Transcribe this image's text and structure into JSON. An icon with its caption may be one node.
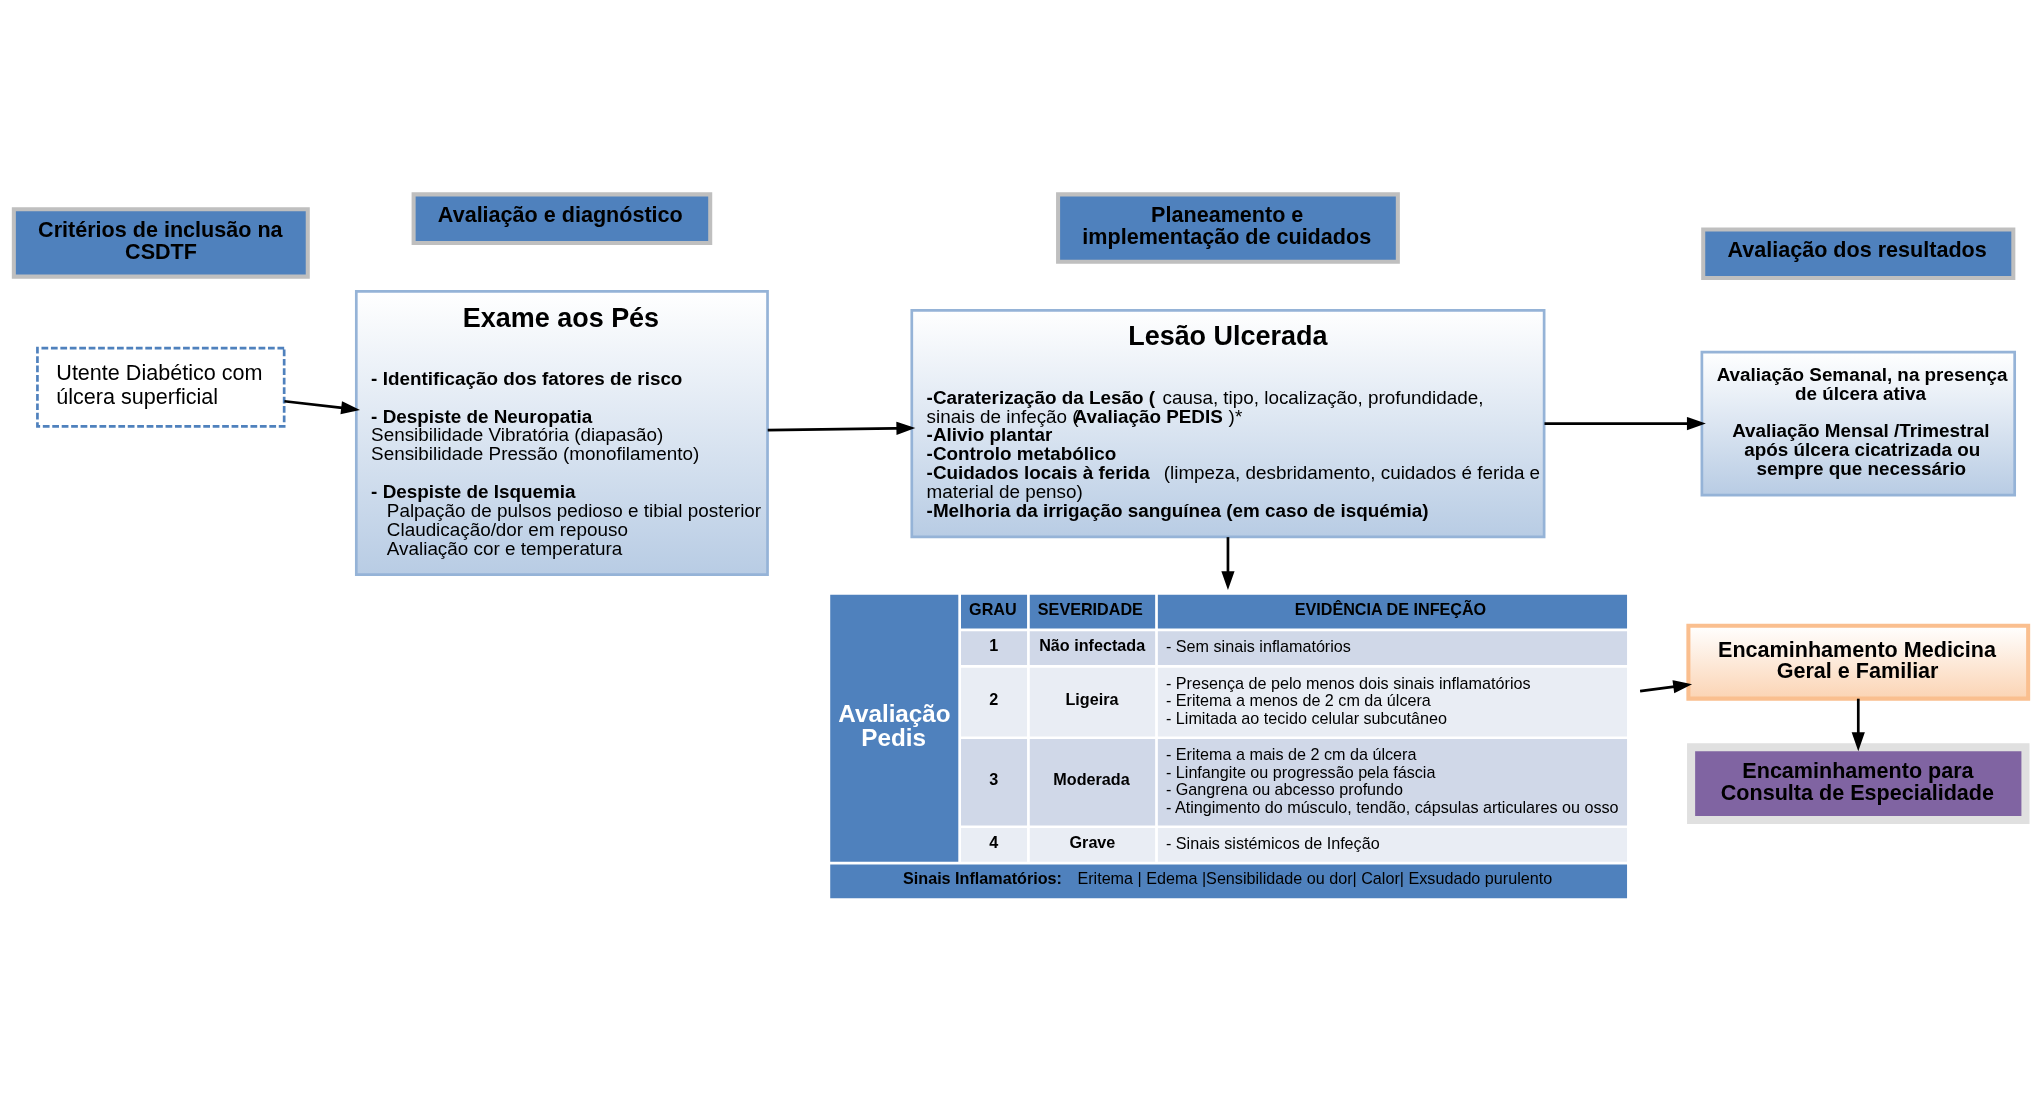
{
  "diagram": {
    "nodes": [
      {
        "text": [
          "Critérios de inclusão na CSDTF"
        ]
      },
      {
        "text": [
          "Avaliação e diagnóstico"
        ]
      },
      {
        "text": [
          "Planeamento e implementação de cuidados"
        ]
      },
      {
        "text": [
          "Avaliação dos resultados"
        ]
      },
      {
        "text": [
          "Utente Diabético com úlcera superficial"
        ]
      },
      {
        "text": [
          "Exame aos Pés",
          "- Identificação dos fatores de risco",
          "- Despiste de Neuropatia",
          "Sensibilidade Vibratória (diapasão)",
          "Sensibilidade Pressão (monofilamento)",
          "- Despiste de Isquemia",
          "Palpação de pulsos pedioso e tibial posterior",
          "Claudicação/dor em repouso",
          "Avaliação cor e temperatura"
        ]
      },
      {
        "text": [
          "Lesão Ulcerada",
          "**-Caraterização da Lesão (**causa, tipo, localização, profundidade, sinais de infeção (**Avaliação PEDIS**)*",
          "-Alivio plantar",
          "-Controlo metabólico",
          "**-Cuidados locais à ferida** (limpeza, desbridamento, cuidados é ferida e material de penso)",
          "-Melhoria da irrigação sanguínea (em caso de isquémia)"
        ]
      },
      {
        "text": [
          "Avaliação Semanal, na presença de úlcera ativa",
          "Avaliação Mensal /Trimestral após úlcera cicatrizada ou sempre que necessário"
        ]
      },
      {
        "text": [
          "Avaliação Pedis",
          "GRAU",
          "SEVERIDADE",
          "EVIDÊNCIA DE INFEÇÃO",
          "1",
          "Não infectada",
          "- Sem sinais inflamatórios",
          "2",
          "Ligeira",
          "- Presença de pelo menos dois sinais inflamatórios",
          "- Eritema a menos de 2 cm da úlcera",
          "- Limitada ao tecido celular subcutâneo",
          "3",
          "Moderada",
          "- Eritema a mais de 2 cm da úlcera",
          "- Linfangite ou progressão pela fáscia",
          "- Gangrena ou abcesso profundo",
          "- Atingimento do músculo, tendão, cápsulas articulares ou osso",
          "4",
          "Grave",
          "- Sinais sistémicos de Infeção",
          "**Sinais Inflamatórios:** Eritema | Edema |Sensibilidade ou dor| Calor| Exsudado purulento"
        ]
      },
      {
        "text": [
          "Encaminhamento Medicina Geral e Familiar"
        ]
      },
      {
        "text": [
          "Encaminhamento para Consulta de Especialidade"
        ]
      }
    ],
    "edges": [
      {
        "from": 4,
        "to": 5,
        "arrow": "to"
      },
      {
        "from": 5,
        "to": 6,
        "arrow": "to"
      },
      {
        "from": 6,
        "to": 7,
        "arrow": "to"
      },
      {
        "from": 6,
        "to": 8,
        "arrow": "to"
      },
      {
        "from": 8,
        "to": 9,
        "arrow": "to"
      },
      {
        "from": 9,
        "to": 10,
        "arrow": "to"
      }
    ]
  }
}
